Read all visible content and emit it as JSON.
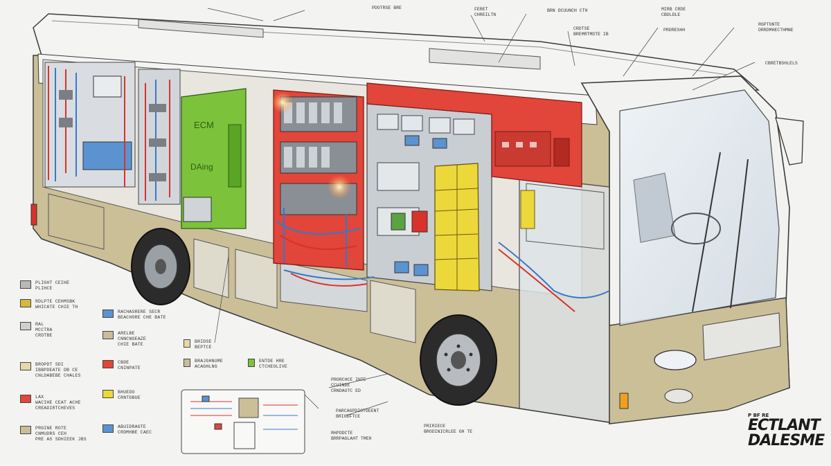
{
  "panel_texts": {
    "green_cabinet_top": "ECM",
    "green_cabinet_bottom": "DAing"
  },
  "logo": {
    "small": "P BF RE",
    "line1": "ECTLANT",
    "line2": "DALESME"
  },
  "colors": {
    "body_tan": "#cbbf98",
    "roof_white": "#f4f4f2",
    "panel_red": "#e2453a",
    "panel_green": "#7cc23b",
    "panel_yellow": "#ecd83a",
    "panel_blue": "#5b93d1",
    "wire_red": "#d8322b",
    "wire_blue": "#3a78c4",
    "outline": "#3a3a3a"
  },
  "legend_left": [
    {
      "color": "#b9b9b9",
      "lines": [
        "PLIGHT CEIHE",
        "PLIHCE"
      ]
    },
    {
      "color": "#d8b73a",
      "lines": [
        "RDLPTE CEHMSBK",
        "WHICATE CHIE TH"
      ]
    },
    {
      "color": "#cfcfcf",
      "lines": [
        "RAL",
        "MCCTRA",
        "CRDTBE"
      ]
    },
    {
      "color": "#e7d8a8",
      "lines": [
        "BROPDT SDI",
        "IBBPDEATE DB CE",
        "CNLDABEBE CHALES"
      ]
    },
    {
      "color": "#e2453a",
      "lines": [
        "LAX",
        "WACIHE CEAT ACHE",
        "CREADIRTCHEVES"
      ]
    },
    {
      "color": "#c9bd9a",
      "lines": [
        "PRGINE ROTE",
        "CNMUDRS CEH",
        "PRE AS SDHIEEK JBS"
      ]
    }
  ],
  "legend_mid": [
    {
      "color": "#5b93d1",
      "lines": [
        "RACHASRERE SECR",
        "BEACHORE CHE BATE"
      ]
    },
    {
      "color": "#c9bd9a",
      "lines": [
        "ARELBE",
        "CNNCNGEAZE",
        "CHIE BATE"
      ]
    },
    {
      "color": "#e2453a",
      "lines": [
        "CBDE",
        "CNINPATE"
      ]
    },
    {
      "color": "#ecd83a",
      "lines": [
        "BHUEDO",
        "CRNTDBUE"
      ]
    },
    {
      "color": "#5b93d1",
      "lines": [
        "ABUIDRAGTE",
        "CRDMHBE CAEC"
      ]
    }
  ],
  "legend_mid2": [
    {
      "color": "#e7d8a8",
      "lines": [
        "BRIDSE",
        "BEPTCE"
      ]
    },
    {
      "color": "#c9bd9a",
      "lines": [
        "BRAJGHNUME",
        "ACAGHLNG"
      ]
    },
    {
      "color": "#7cc23b",
      "lines": [
        "ENTDE HRE",
        "CTCHEOLIVE"
      ]
    }
  ],
  "callouts_bottom": [
    {
      "lines": [
        "PRORCHCE INTE",
        "CCUINDE",
        "CRNDAUTC ED"
      ]
    },
    {
      "lines": [
        "PARCAGPDIOTGEENT",
        "BRIGDFTCE"
      ]
    },
    {
      "lines": [
        "RHPDDCTE",
        "BRRPAGLAHT TMEH"
      ]
    },
    {
      "lines": [
        "PRIRIECE",
        "BRODINICRLEE GH TE"
      ]
    }
  ],
  "callouts_top": [
    {
      "lines": [
        "PDOTRSE BRE"
      ]
    },
    {
      "lines": [
        "FERET",
        "CHREILTN"
      ]
    },
    {
      "lines": [
        "BRN DCUUNCH CTH"
      ]
    },
    {
      "lines": [
        "CRDTSE",
        "BREMRTMDTE IB"
      ]
    },
    {
      "lines": [
        "MIRB CRDE",
        "CBDLDLE"
      ]
    },
    {
      "lines": [
        "PRDRESHH"
      ]
    },
    {
      "lines": [
        "RGPTGNTE",
        "DRRDMHECTHMNE"
      ]
    },
    {
      "lines": [
        "CBRETBSHLELS"
      ]
    }
  ]
}
